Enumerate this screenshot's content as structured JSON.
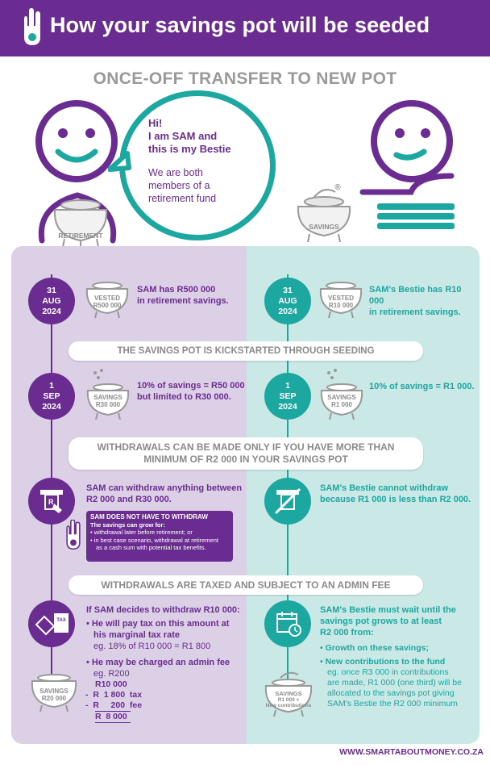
{
  "header": {
    "title": "How your savings pot will be seeded"
  },
  "subtitle": "ONCE-OFF TRANSFER TO NEW POT",
  "intro": {
    "greeting_1": "Hi!",
    "greeting_2": "I am SAM and",
    "greeting_3": "this is my Bestie",
    "members_1": "We are both",
    "members_2": "members of a",
    "members_3": "retirement fund"
  },
  "pots": {
    "retirement": "RETIREMENT",
    "savings": "SAVINGS",
    "r_mark": "®"
  },
  "step1": {
    "day": "31",
    "month": "AUG",
    "year": "2024",
    "sam_pot_1": "VESTED",
    "sam_pot_2": "R500 000",
    "sam_text_1": "SAM has R500 000",
    "sam_text_2": "in retirement savings.",
    "bestie_pot_1": "VESTED",
    "bestie_pot_2": "R10 000",
    "bestie_text_1": "SAM's Bestie has R10 000",
    "bestie_text_2": "in retirement savings."
  },
  "banner1": "THE SAVINGS POT IS KICKSTARTED THROUGH SEEDING",
  "step2": {
    "day": "1",
    "month": "SEP",
    "year": "2024",
    "sam_pot_1": "SAVINGS",
    "sam_pot_2": "R30 000",
    "sam_text_1": "10% of savings = R50 000",
    "sam_text_2": "but limited to R30 000.",
    "bestie_pot_1": "SAVINGS",
    "bestie_pot_2": "R1 000",
    "bestie_text_1": "10% of savings = R1 000."
  },
  "banner2": {
    "line1": "WITHDRAWALS CAN BE MADE ONLY IF YOU HAVE MORE THAN",
    "line2": "MINIMUM OF R2 000 IN YOUR SAVINGS POT"
  },
  "step3": {
    "atm_r": "R",
    "sam_text_1": "SAM can withdraw anything between",
    "sam_text_2": "R2 000 and R30 000.",
    "box_title": "SAM DOES NOT HAVE TO WITHDRAW",
    "box_sub": "The savings can grow for:",
    "box_b1": "withdrawal later before retirement; or",
    "box_b2_1": "in best case scenario, withdrawal at retirement",
    "box_b2_2": "as a cash sum with potential tax benefits.",
    "bestie_text_1": "SAM's Bestie cannot withdraw",
    "bestie_text_2": "because R1 000 is less than R2 000."
  },
  "banner3": "WITHDRAWALS ARE TAXED AND SUBJECT TO AN ADMIN FEE",
  "step4": {
    "tax_label": "TAX",
    "sam_title": "If SAM decides to withdraw R10 000:",
    "b1_1": "He will pay tax on this amount at",
    "b1_2": "his marginal tax rate",
    "b1_eg": "eg. 18% of R10 000 = R1 800",
    "b2_1": "He may be charged an admin fee",
    "b2_eg": "eg. R200",
    "pot_1": "SAVINGS",
    "pot_2": "R20 000",
    "calc_1": "R10 000",
    "calc_2_sign": "-",
    "calc_2_amt": "R  1 800",
    "calc_2_lbl": "tax",
    "calc_3_sign": "-",
    "calc_3_amt": "R     200",
    "calc_3_lbl": "fee",
    "calc_total": "R  8 000",
    "bestie_title_1": "SAM's Bestie must wait until the",
    "bestie_title_2": "savings pot grows to at least",
    "bestie_title_3": "R2 000 from:",
    "bb1": "Growth on these savings;",
    "bb2": "New contributions to the fund",
    "bb2_eg_1": "eg. once R3 000 in contributions",
    "bb2_eg_2": "are made, R1 000 (one third) will be",
    "bb2_eg_3": "allocated to the savings pot giving",
    "bb2_eg_4": "SAM's Bestie the R2 000 minimum",
    "bestie_pot_1": "SAVINGS",
    "bestie_pot_2": "R1 000 +",
    "bestie_pot_3": "New contributions"
  },
  "footer": {
    "url": "WWW.SMARTABOUTMONEY.CO.ZA"
  },
  "colors": {
    "purple": "#6b2c91",
    "teal": "#1ca7a0",
    "grey": "#8a8a8a"
  }
}
